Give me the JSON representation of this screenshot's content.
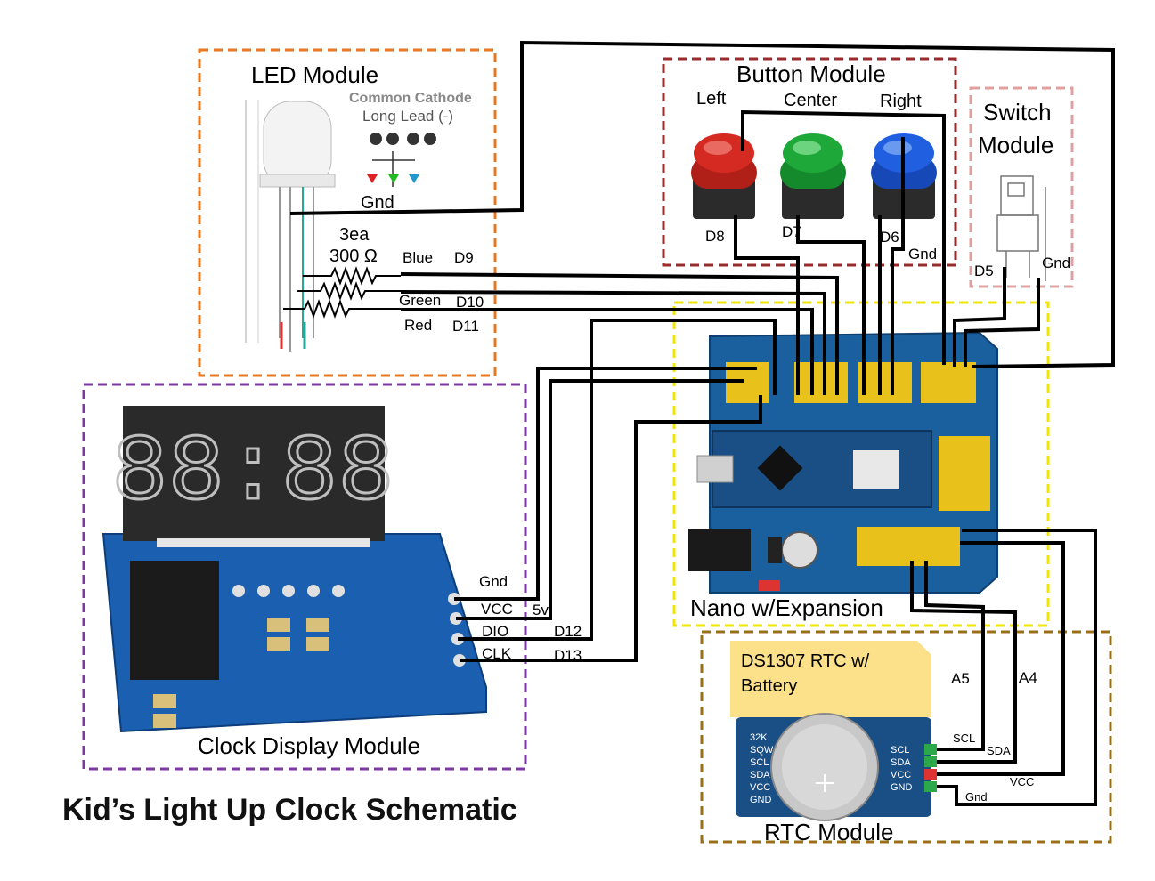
{
  "title": "Kid’s Light Up Clock Schematic",
  "led_module": {
    "title": "LED Module",
    "cathode_label": "Common Cathode",
    "lead_label": "Long Lead (-)",
    "gnd": "Gnd",
    "resistor_count": "3ea",
    "resistor_value": "300 Ω",
    "blue": "Blue",
    "green": "Green",
    "red": "Red",
    "pin_blue": "D9",
    "pin_green": "D10",
    "pin_red": "D11"
  },
  "button_module": {
    "title": "Button Module",
    "left": "Left",
    "center": "Center",
    "right": "Right",
    "pin_left": "D8",
    "pin_center": "D7",
    "pin_right": "D6",
    "gnd": "Gnd",
    "colors": {
      "left": "#d42a22",
      "center": "#1fa83a",
      "right": "#1f5fe0"
    }
  },
  "switch_module": {
    "title_line1": "Switch",
    "title_line2": "Module",
    "pin": "D5",
    "gnd": "Gnd"
  },
  "nano": {
    "title": "Nano w/Expansion"
  },
  "clock_display": {
    "title": "Clock Display Module",
    "digits": "88:88",
    "gnd": "Gnd",
    "vcc": "VCC",
    "v5": "5v",
    "dio": "DIO",
    "dio_pin": "D12",
    "clk": "CLK",
    "clk_pin": "D13"
  },
  "rtc": {
    "title": "RTC Module",
    "note_line1": "DS1307 RTC w/",
    "note_line2": "Battery",
    "a5": "A5",
    "a4": "A4",
    "scl": "SCL",
    "sda": "SDA",
    "vcc": "VCC",
    "gnd": "Gnd",
    "left_pins": [
      "32K",
      "SQW",
      "SCL",
      "SDA",
      "VCC",
      "GND"
    ],
    "right_pins": [
      "SCL",
      "SDA",
      "VCC",
      "GND"
    ]
  },
  "colors": {
    "led_box": "#e87722",
    "button_box": "#9b2b2b",
    "switch_box": "#e0a0a0",
    "nano_box": "#f2e600",
    "display_box": "#7a3aa0",
    "rtc_box": "#9b6f1a",
    "board_blue": "#1a5f9e",
    "header_yellow": "#e8c21a",
    "note_yellow": "#fde08a"
  }
}
